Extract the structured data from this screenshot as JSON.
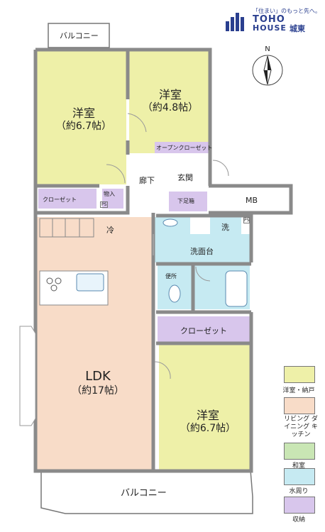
{
  "brand": {
    "tagline": "「住まい」のもっと先へ。",
    "name": "TOHO",
    "name_line2": "HOUSE",
    "branch": "城東",
    "color": "#2a3f8f"
  },
  "compass": {
    "label": "N"
  },
  "rooms": {
    "bedroom_tl": {
      "name": "洋室",
      "size": "（約6.7帖）",
      "color": "#eef0a8"
    },
    "bedroom_tr": {
      "name": "洋室",
      "size": "（約4.8帖）",
      "color": "#eef0a8"
    },
    "bedroom_br": {
      "name": "洋室",
      "size": "（約6.7帖）",
      "color": "#eef0a8"
    },
    "ldk": {
      "name": "LDK",
      "size": "（約17帖）",
      "color": "#f8dcc8"
    },
    "water": {
      "color": "#c6eaf2"
    },
    "storage": {
      "color": "#d8c6ec"
    }
  },
  "labels": {
    "balcony_top": "バルコニー",
    "balcony_bottom": "バルコニー",
    "open_closet": "オープンクローゼット",
    "closet_left": "クローゼット",
    "storage_small": "物入",
    "ps_left": "PS",
    "corridor": "廊下",
    "entrance": "玄関",
    "shoe_box": "下足箱",
    "mb": "MB",
    "fridge": "冷",
    "washer": "洗",
    "ps_right": "PS",
    "washroom": "洗面台",
    "toilet": "便所",
    "closet_right": "クローゼット"
  },
  "legend": [
    {
      "label": "洋室・納戸",
      "color": "#eef0a8"
    },
    {
      "label": "リビング ダイニング キッチン",
      "color": "#f8dcc8"
    },
    {
      "label": "和室",
      "color": "#c9e6b4"
    },
    {
      "label": "水周り",
      "color": "#c6eaf2"
    },
    {
      "label": "収納",
      "color": "#d8c6ec"
    }
  ]
}
